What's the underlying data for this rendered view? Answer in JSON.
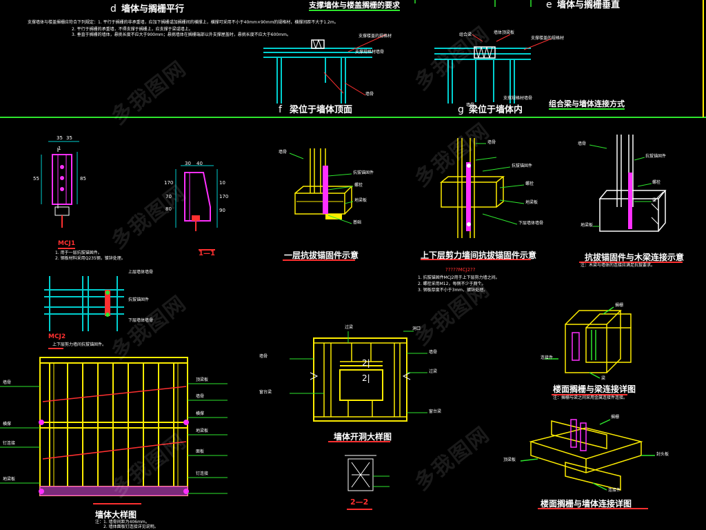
{
  "top": {
    "d_label": "d",
    "d_title": "墙体与搁栅平行",
    "support_title": "支撑墙体与楼盖搁栅的要求",
    "e_label": "e",
    "e_title": "墙体与搁栅垂直",
    "notes": [
      "支撑墙体与楼盖搁栅应符合下列规定：1. 平行于搁栅的非承重墙，应加下搁栅或加搁栅间的横撑上，横撑可采用不小于40mm×90mm的规格材，横撑间距不大于1.2m。",
      "2. 平行于搁栅的承重墙，不得支撑于搁栅上，应支撑于梁或墙上。",
      "3. 垂直于搁栅的墙体，悬挑长度不应大于900mm；悬挑墙体在搁栅端部以外支撑屋盖时，悬挑长度不应大于600mm。"
    ],
    "f_label": "f",
    "f_title": "梁位于墙体顶面",
    "g_label": "g",
    "g_title": "梁位于墙体内",
    "combo_title": "组合梁与墙体连接方式",
    "f_callouts": [
      "支撑楼盖的规格材",
      "支撑规格材墙骨",
      "墙骨"
    ],
    "g_callouts": [
      "组合梁",
      "墙体顶梁板",
      "支撑楼盖的规格材",
      "墙骨",
      "支撑规格材墙骨"
    ]
  },
  "mcj1": {
    "title": "MCJ1",
    "dims": [
      "35",
      "35",
      "55",
      "85",
      "1"
    ],
    "notes": [
      "1. 用于一层抗拔锚固件。",
      "2. 钢板材料采用Q235钢，镀锌处理。"
    ]
  },
  "section_1_1": {
    "title": "1—1",
    "dims": [
      "30",
      "40",
      "170",
      "70",
      "80",
      "10",
      "170",
      "90"
    ]
  },
  "mcj2": {
    "title": "MCJ2",
    "notes": [
      "上下层剪力墙间抗拔锚固件。"
    ],
    "callouts": [
      "上层墙体墙骨",
      "抗拔锚固件",
      "下层墙体墙骨"
    ]
  },
  "diagrams": {
    "first_floor_anchor": "一层抗拔锚固件示意",
    "interfloor_anchor": "上下层剪力墙间抗拔锚固件示意",
    "interfloor_note_title": "?????MCJ2??",
    "interfloor_notes": [
      "1. 抗拔锚固件MCJ2用于上下层剪力墙之间。",
      "2. 螺栓采用M12，每侧不少于两个。",
      "3. 钢板厚度不小于3mm，镀锌处理。"
    ],
    "timber_beam_anchor": "抗拔锚固件与木梁连接示意",
    "timber_beam_note": "注：木梁与墙体的连接应满足抗拔要求。",
    "joist_beam": "楼面搁栅与梁连接详图",
    "joist_beam_note": "注：搁栅与梁之间采用金属连接件连接。",
    "wall_opening": "墙体开洞大样图",
    "section_2_2": "2—2",
    "joist_wall": "楼面搁栅与墙体连接详图",
    "wall_detail": "墙体大样图",
    "wall_detail_notes": [
      "注：1. 墙骨间距为406mm。",
      "2. 墙体面板钉连接详见说明。"
    ],
    "anchor_callouts": [
      "墙骨",
      "抗拔锚固件",
      "螺栓",
      "地梁板",
      "基础"
    ],
    "wall_callouts": [
      "顶梁板",
      "墙骨",
      "横撑",
      "地梁板",
      "面板",
      "钉连接"
    ],
    "opening_callouts": [
      "过梁",
      "洞口",
      "墙骨",
      "窗台梁"
    ],
    "joist_callouts": [
      "搁栅",
      "梁",
      "连接件",
      "封头板"
    ]
  },
  "watermark": "多我图网",
  "colors": {
    "background": "#000000",
    "frame_green": "#2ee82e",
    "timber_yellow": "#ffee00",
    "cyan": "#00d0d0",
    "magenta": "#ff30ff",
    "red": "#ff3030",
    "white": "#ffffff"
  }
}
